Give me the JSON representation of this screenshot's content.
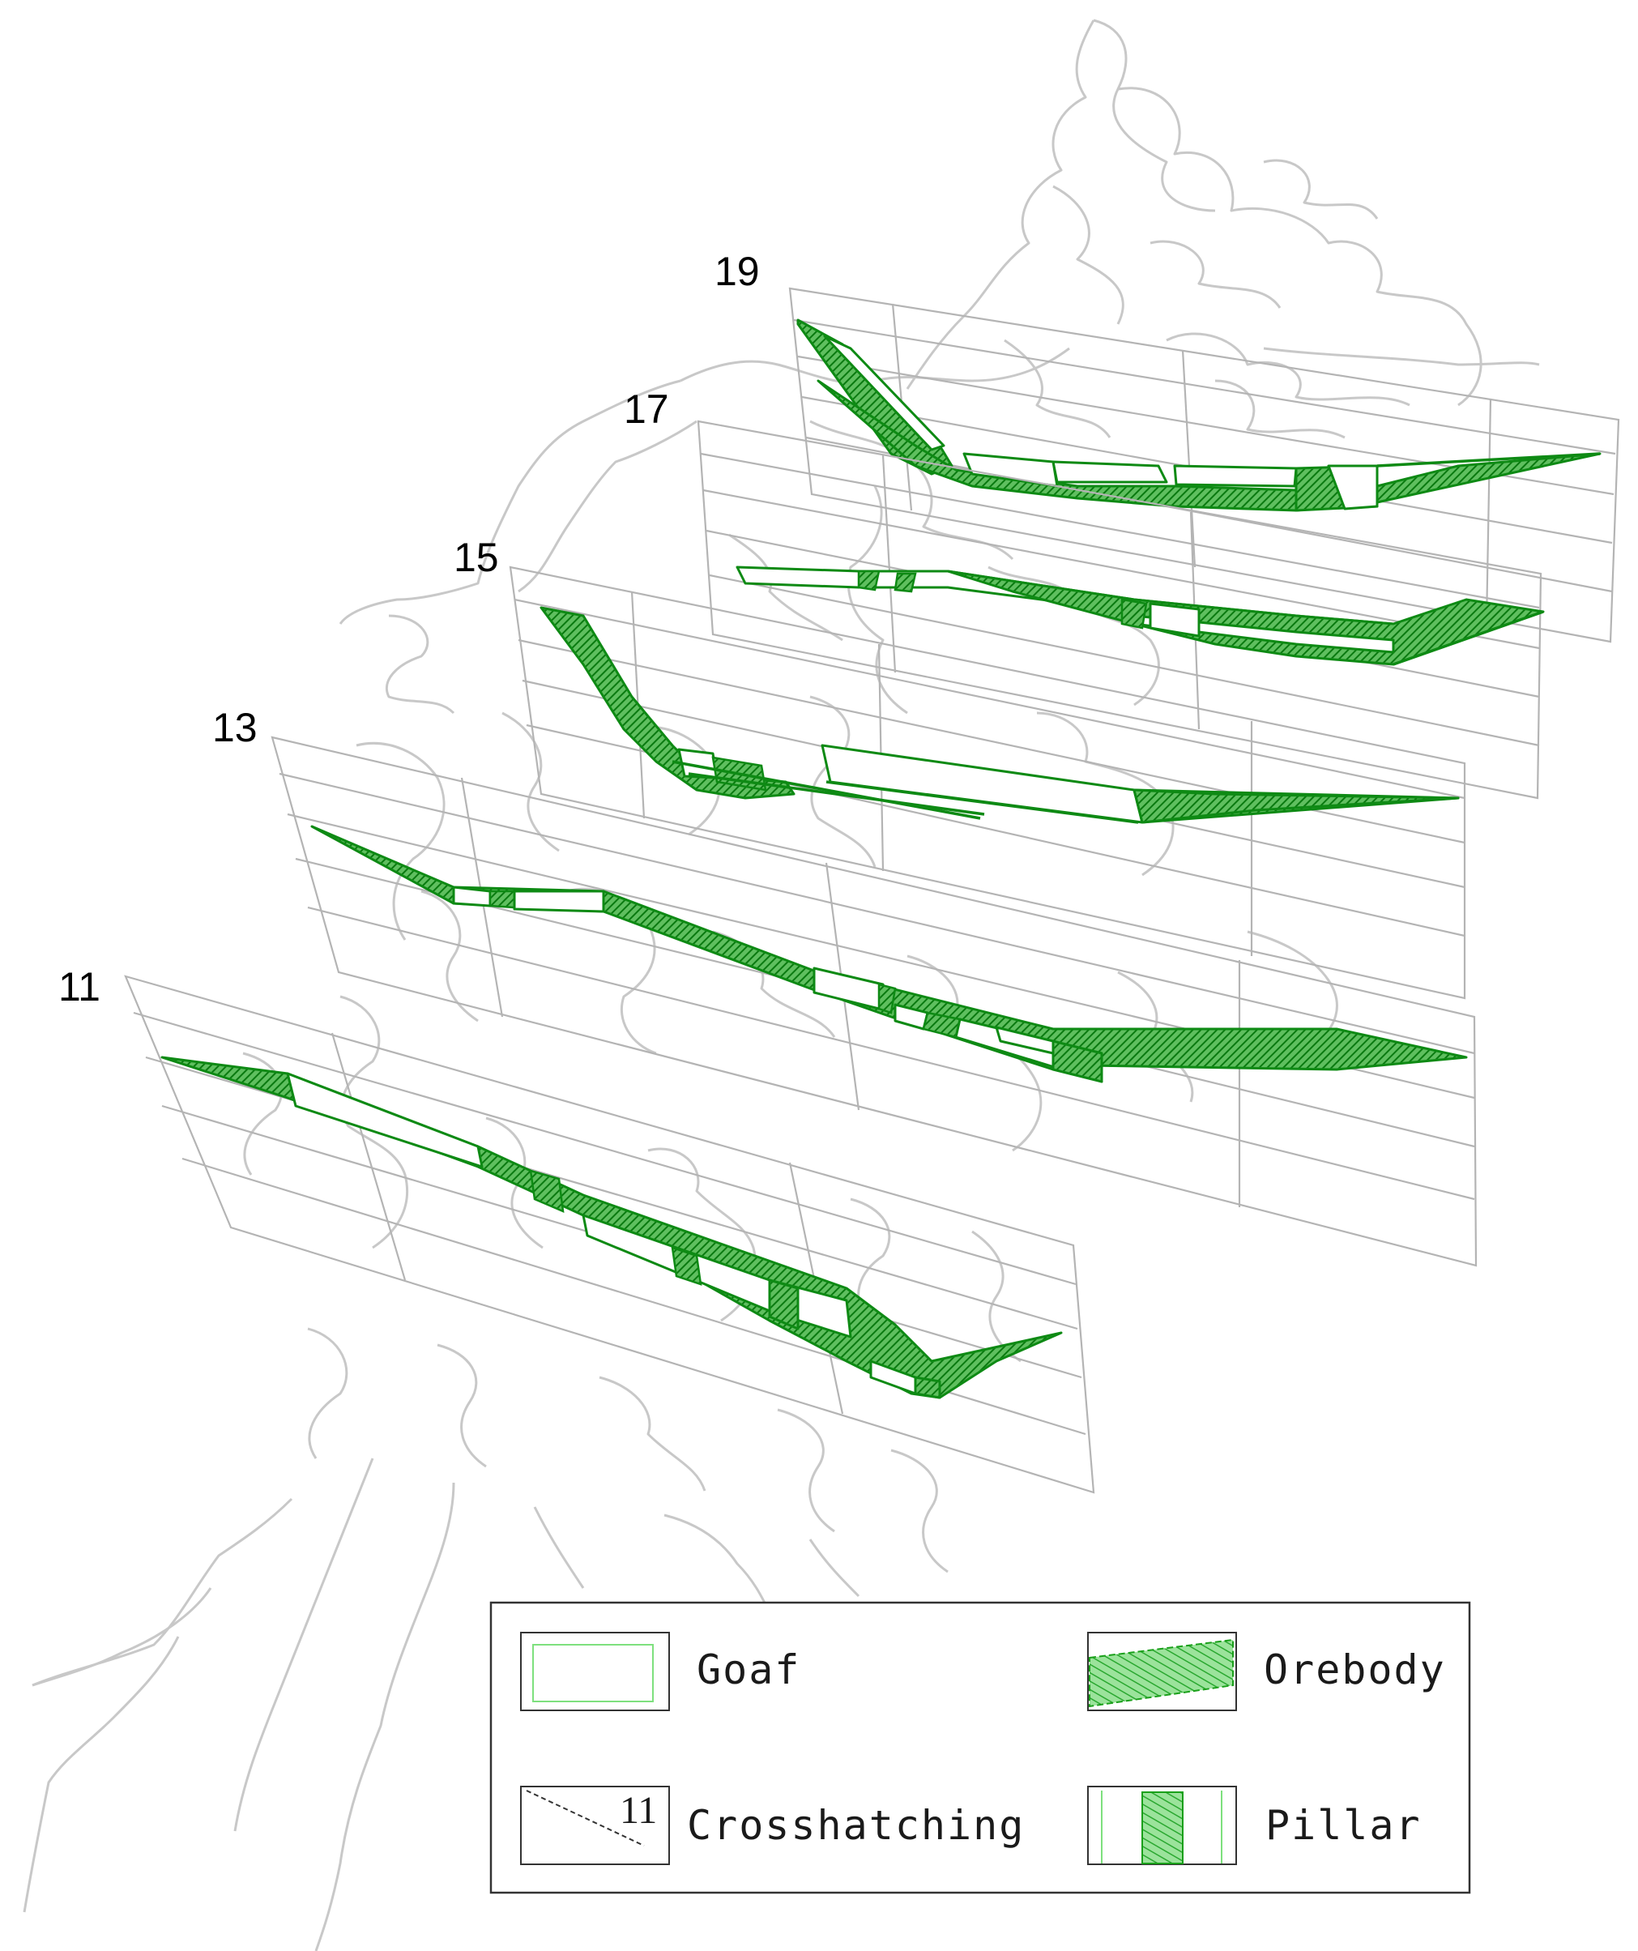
{
  "sections": [
    {
      "label": "19"
    },
    {
      "label": "17"
    },
    {
      "label": "15"
    },
    {
      "label": "13"
    },
    {
      "label": "11"
    }
  ],
  "legend": {
    "goaf": "Goaf",
    "orebody": "Orebody",
    "crosshatching": "Crosshatching",
    "crosshatching_number": "11",
    "pillar": "Pillar"
  },
  "colors": {
    "orebody": "#0e8a14",
    "grid": "#b4b4b4",
    "contour": "#c8c8c8"
  }
}
